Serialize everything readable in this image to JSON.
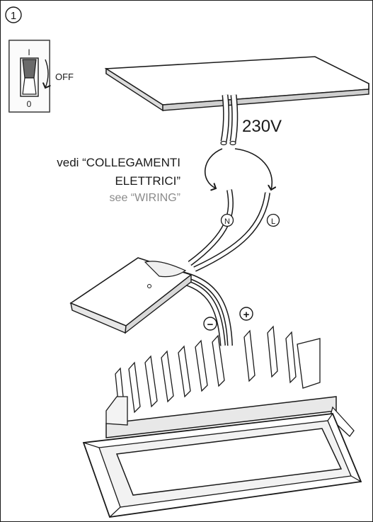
{
  "step": {
    "number": "1"
  },
  "switch": {
    "on_mark": "I",
    "off_mark": "0",
    "off_label": "OFF"
  },
  "supply": {
    "voltage": "230V"
  },
  "wiring_note": {
    "italian_line1": "vedi “COLLEGAMENTI",
    "italian_line2": "ELETTRICI”",
    "english": "see “WIRING”"
  },
  "terminals": {
    "neutral": "N",
    "live": "L"
  },
  "polarity": {
    "negative": "−",
    "positive": "+"
  }
}
